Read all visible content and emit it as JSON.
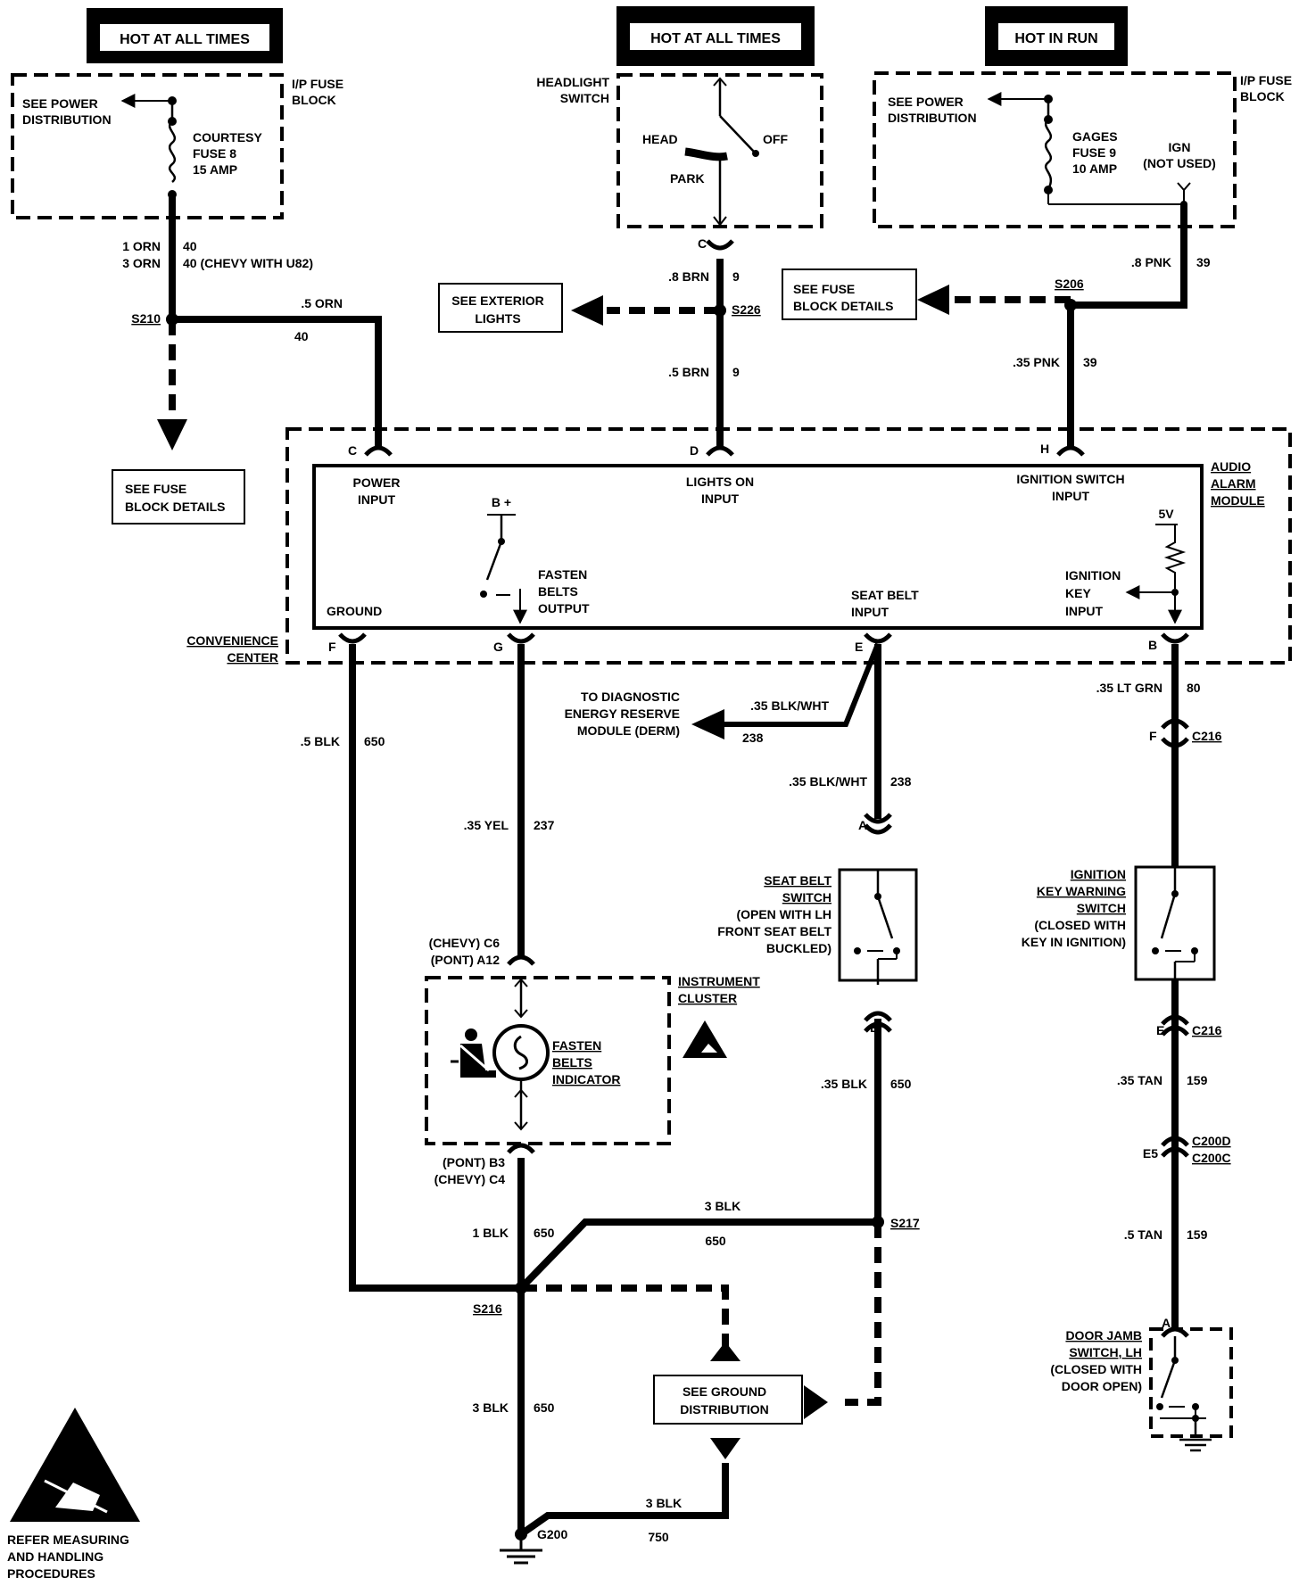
{
  "header_boxes": {
    "left": "HOT AT ALL TIMES",
    "mid": "HOT AT ALL TIMES",
    "right": "HOT IN RUN"
  },
  "ip_fuse_left": {
    "block_label_1": "I/P FUSE",
    "block_label_2": "BLOCK",
    "see_power_1": "SEE POWER",
    "see_power_2": "DISTRIBUTION",
    "fuse_1": "COURTESY",
    "fuse_2": "FUSE 8",
    "fuse_3": "15 AMP"
  },
  "headlight_switch": {
    "label_1": "HEADLIGHT",
    "label_2": "SWITCH",
    "head": "HEAD",
    "off": "OFF",
    "park": "PARK",
    "conn": "C"
  },
  "ip_fuse_right": {
    "block_label_1": "I/P FUSE",
    "block_label_2": "BLOCK",
    "see_power_1": "SEE POWER",
    "see_power_2": "DISTRIBUTION",
    "fuse_1": "GAGES",
    "fuse_2": "FUSE 9",
    "fuse_3": "10 AMP",
    "ign_1": "IGN",
    "ign_2": "(NOT USED)"
  },
  "wires": {
    "w_1orn": "1 ORN",
    "w_1orn_c": "40",
    "w_3orn": "3 ORN",
    "w_3orn_c": "40 (CHEVY WITH U82)",
    "w_5orn": ".5 ORN",
    "w_5orn_c": "40",
    "w_8brn": ".8 BRN",
    "w_8brn_c": "9",
    "w_5brn": ".5 BRN",
    "w_5brn_c": "9",
    "w_8pnk": ".8 PNK",
    "w_8pnk_c": "39",
    "w_35pnk": ".35 PNK",
    "w_35pnk_c": "39",
    "w_5blk": ".5 BLK",
    "w_5blk_c": "650",
    "w_35yel": ".35 YEL",
    "w_35yel_c": "237",
    "w_blkwht1": ".35 BLK/WHT",
    "w_blkwht1_c": "238",
    "w_blkwht2": ".35 BLK/WHT",
    "w_blkwht2_c": "238",
    "w_ltgrn": ".35 LT GRN",
    "w_ltgrn_c": "80",
    "w_35blk": ".35 BLK",
    "w_35blk_c": "650",
    "w_35tan": ".35 TAN",
    "w_35tan_c": "159",
    "w_5tan": ".5 TAN",
    "w_5tan_c": "159",
    "w_1blk": "1 BLK",
    "w_1blk_c": "650",
    "w_3blk_top": "3 BLK",
    "w_3blk_top_c": "650",
    "w_3blk_mid": "3 BLK",
    "w_3blk_mid_c": "650",
    "w_3blk_bot": "3 BLK",
    "w_3blk_bot_c": "750"
  },
  "splices": {
    "s210": "S210",
    "s226": "S226",
    "s206": "S206",
    "s217": "S217",
    "s216": "S216",
    "g200": "G200"
  },
  "refs": {
    "see_fuse_left_1": "SEE FUSE",
    "see_fuse_left_2": "BLOCK DETAILS",
    "see_ext_1": "SEE EXTERIOR",
    "see_ext_2": "LIGHTS",
    "see_fuse_right_1": "SEE FUSE",
    "see_fuse_right_2": "BLOCK DETAILS",
    "derm_1": "TO DIAGNOSTIC",
    "derm_2": "ENERGY RESERVE",
    "derm_3": "MODULE (DERM)",
    "ground_dist_1": "SEE GROUND",
    "ground_dist_2": "DISTRIBUTION"
  },
  "module": {
    "audio_1": "AUDIO",
    "audio_2": "ALARM",
    "audio_3": "MODULE",
    "conv_1": "CONVENIENCE",
    "conv_2": "CENTER",
    "power_1": "POWER",
    "power_2": "INPUT",
    "lights_1": "LIGHTS ON",
    "lights_2": "INPUT",
    "ign_sw_1": "IGNITION SWITCH",
    "ign_sw_2": "INPUT",
    "bplus": "B +",
    "fasten_1": "FASTEN",
    "fasten_2": "BELTS",
    "fasten_3": "OUTPUT",
    "ground": "GROUND",
    "seatbelt_1": "SEAT BELT",
    "seatbelt_2": "INPUT",
    "v5": "5V",
    "ignkey_1": "IGNITION",
    "ignkey_2": "KEY",
    "ignkey_3": "INPUT",
    "pin_c": "C",
    "pin_d": "D",
    "pin_h": "H",
    "pin_f": "F",
    "pin_g": "G",
    "pin_e": "E",
    "pin_b": "B"
  },
  "connectors": {
    "c216_f": "F",
    "c216_a": "C216",
    "c216_e": "E",
    "c216_b": "C216",
    "c200_e5": "E5",
    "c200d": "C200D",
    "c200c": "C200C",
    "seat_a": "A",
    "seat_b": "B",
    "door_a": "A",
    "cluster_top_1": "(CHEVY)  C6",
    "cluster_top_2": "(PONT)  A12",
    "cluster_bot_1": "(PONT)  B3",
    "cluster_bot_2": "(CHEVY)  C4"
  },
  "seat_switch": {
    "l1": "SEAT BELT",
    "l2": "SWITCH",
    "l3": "(OPEN WITH LH",
    "l4": "FRONT SEAT BELT",
    "l5": "BUCKLED)"
  },
  "ign_key_switch": {
    "l1": "IGNITION",
    "l2": "KEY WARNING",
    "l3": "SWITCH",
    "l4": "(CLOSED WITH",
    "l5": "KEY IN IGNITION)"
  },
  "cluster": {
    "l1": "INSTRUMENT",
    "l2": "CLUSTER",
    "ind_1": "FASTEN",
    "ind_2": "BELTS",
    "ind_3": "INDICATOR"
  },
  "door_switch": {
    "l1": "DOOR JAMB",
    "l2": "SWITCH, LH",
    "l3": "(CLOSED WITH",
    "l4": "DOOR OPEN)"
  },
  "esd": {
    "l1": "REFER MEASURING",
    "l2": "AND HANDLING",
    "l3": "PROCEDURES"
  }
}
